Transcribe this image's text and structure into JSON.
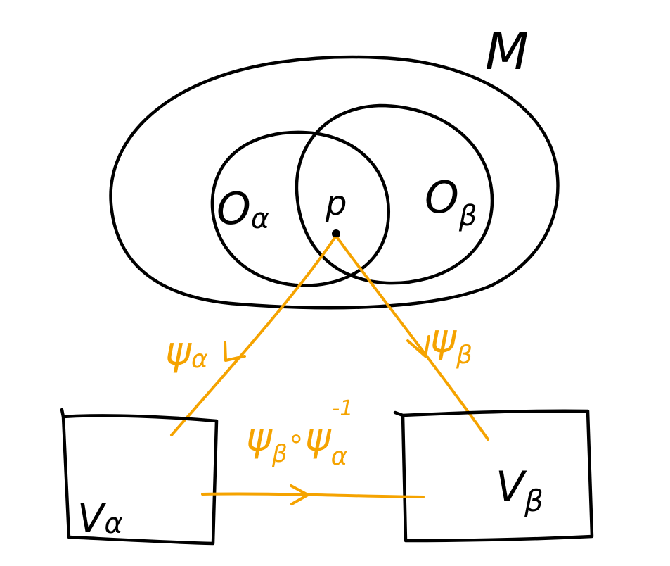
{
  "colors": {
    "ink": "#000000",
    "map": "#f5a300",
    "background": "#ffffff"
  },
  "manifold": {
    "label": "M"
  },
  "charts": {
    "alpha": {
      "open_set_label_main": "O",
      "open_set_label_sub": "α",
      "map_label_main": "ψ",
      "map_label_sub": "α",
      "image_label_main": "V",
      "image_label_sub": "α"
    },
    "beta": {
      "open_set_label_main": "O",
      "open_set_label_sub": "β",
      "map_label_main": "ψ",
      "map_label_sub": "β",
      "image_label_main": "V",
      "image_label_sub": "β"
    }
  },
  "point": {
    "label": "p"
  },
  "transition": {
    "left_main": "ψ",
    "left_sub": "β",
    "compose": "∘",
    "right_main": "ψ",
    "right_sub": "α",
    "right_sup": "-1"
  }
}
